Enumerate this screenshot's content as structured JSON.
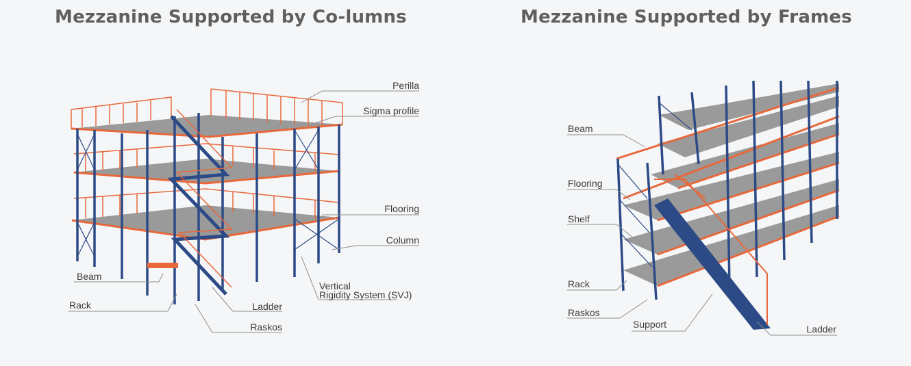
{
  "left_panel": {
    "title": "Mezzanine Supported by Co-lumns",
    "labels": {
      "perilla": "Perilla",
      "sigma_profile": "Sigma profile",
      "flooring": "Flooring",
      "column": "Column",
      "vertical_line1": "Vertical",
      "vertical_line2": "Rigidity System (SVJ)",
      "beam": "Beam",
      "rack": "Rack",
      "ladder": "Ladder",
      "raskos": "Raskos"
    }
  },
  "right_panel": {
    "title": "Mezzanine Supported by Frames",
    "labels": {
      "beam": "Beam",
      "flooring": "Flooring",
      "shelf": "Shelf",
      "rack": "Rack",
      "raskos": "Raskos",
      "support": "Support",
      "ladder": "Ladder"
    }
  },
  "colors": {
    "structure_blue": "#2c4a86",
    "accent_orange": "#e8683a",
    "floor_gray": "#9a9a9a",
    "title_gray": "#5f5f5f",
    "background": "#f5f6f8"
  }
}
